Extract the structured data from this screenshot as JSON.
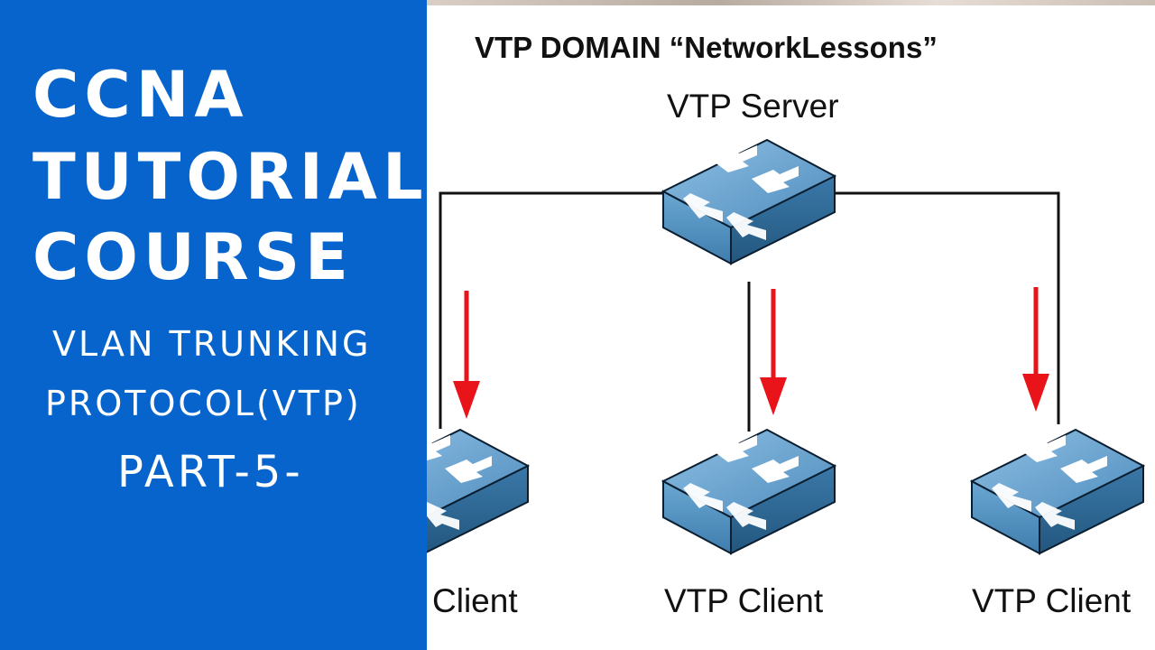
{
  "left_panel": {
    "title_lines": [
      "CCNA",
      "TUTORIAL",
      "COURSE"
    ],
    "subtitle_lines": [
      "VLAN TRUNKING",
      "PROTOCOL(VTP)"
    ],
    "part_label": "PART-5-",
    "bg_color": "#0664cc"
  },
  "diagram": {
    "domain_title": "VTP DOMAIN “NetworkLessons”",
    "server_label": "VTP Server",
    "client_labels": [
      "Client",
      "VTP Client",
      "VTP Client"
    ],
    "arrow_color": "#e8141a",
    "switch_color": "#5b95c0",
    "icons": [
      "vtp-server-switch-icon",
      "vtp-client-switch-icon",
      "propagation-arrow-icon"
    ]
  }
}
